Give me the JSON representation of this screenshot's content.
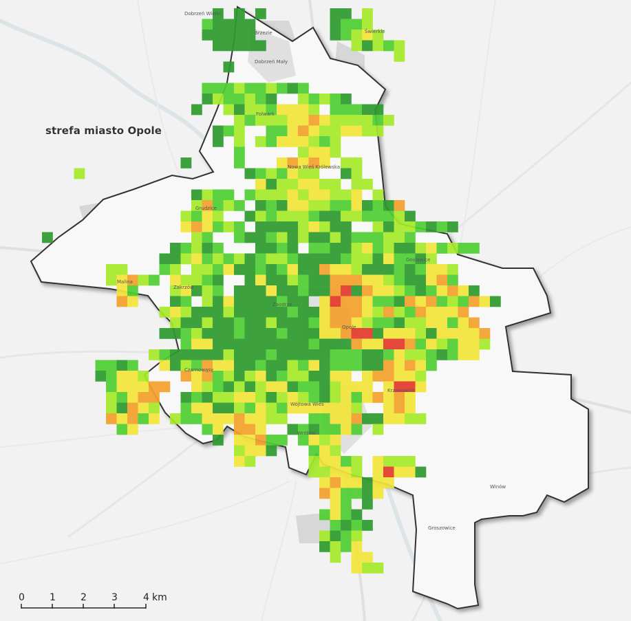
{
  "map": {
    "zone_label": "strefa miasto Opole",
    "scale_bar": {
      "labels": [
        "0",
        "1",
        "2",
        "3",
        "4"
      ],
      "unit": "km"
    },
    "colors": {
      "dark_green": "#2e9b2e",
      "green": "#4fcf34",
      "light_green": "#a6ea2a",
      "yellow": "#f2e53a",
      "orange": "#f4a12c",
      "red": "#e43a2a",
      "basemap": "#f2f2f2",
      "boundary": "#333333"
    },
    "place_labels": [
      "Dobrzeń Wielki",
      "Brzezie",
      "Świerkle",
      "Folwark",
      "Opole",
      "Grudzice",
      "Zaodrze",
      "Nowa Wieś Królewska",
      "Groszowice",
      "Gosławice",
      "Wójtowa Wieś",
      "Winów",
      "Malina",
      "Zakrzów",
      "Wróblin",
      "Czarnowąsy",
      "Krzanowice",
      "Dobrzeń Mały"
    ]
  }
}
